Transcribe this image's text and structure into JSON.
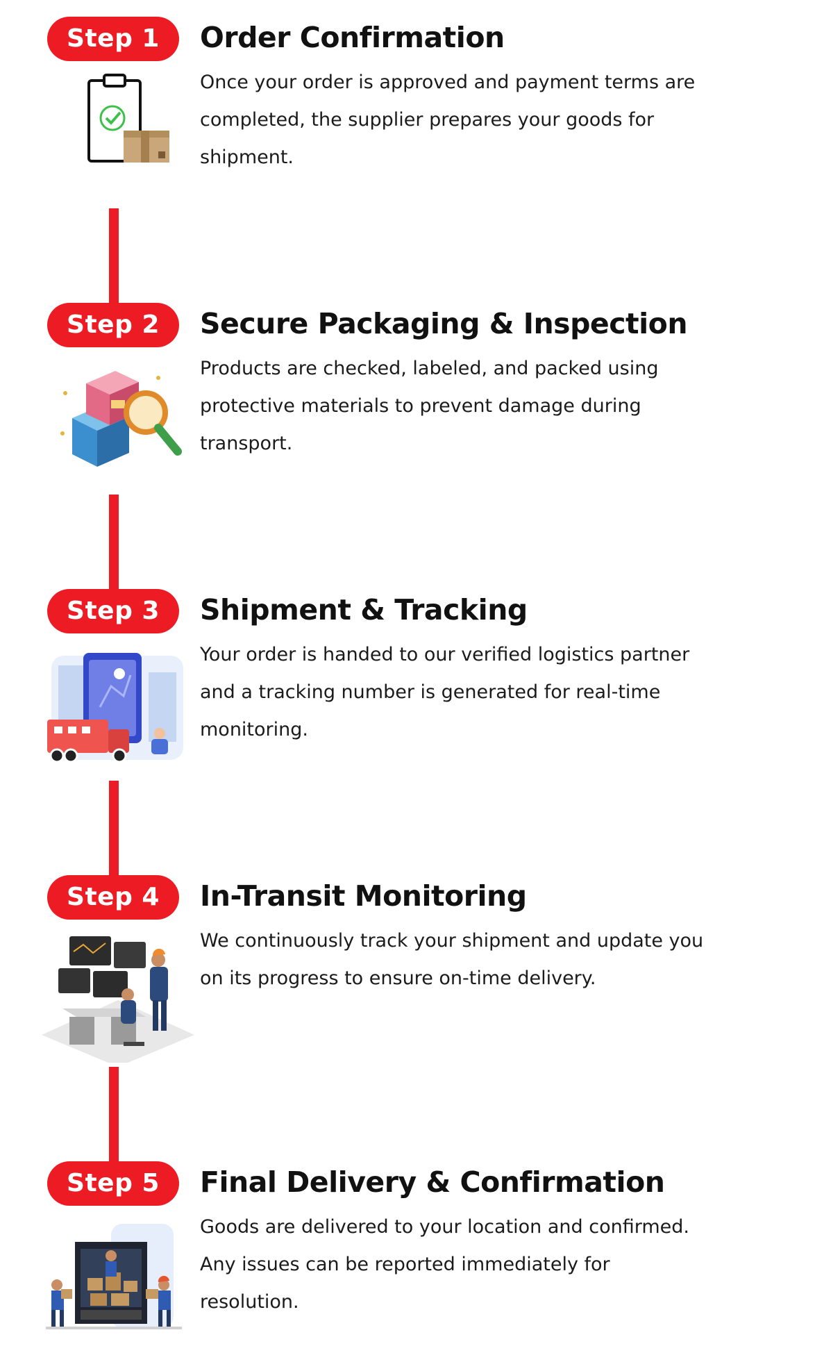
{
  "colors": {
    "accent": "#ed1c24",
    "text": "#111111",
    "background": "#ffffff"
  },
  "steps": [
    {
      "badge": "Step 1",
      "title": "Order Confirmation",
      "description": "Once your order is approved and payment terms are completed, the supplier prepares your goods for shipment.",
      "icon": "clipboard-check-box-icon"
    },
    {
      "badge": "Step 2",
      "title": "Secure Packaging & Inspection",
      "description": "Products are checked, labeled, and packed using protective materials to prevent damage during transport.",
      "icon": "package-inspection-icon"
    },
    {
      "badge": "Step 3",
      "title": "Shipment & Tracking",
      "description": "Your order is handed to our verified logistics partner and a tracking number is generated for real-time monitoring.",
      "icon": "truck-tracking-icon"
    },
    {
      "badge": "Step 4",
      "title": "In-Transit Monitoring",
      "description": "We continuously track your shipment and update you on its progress to ensure on-time delivery.",
      "icon": "monitoring-desk-icon"
    },
    {
      "badge": "Step 5",
      "title": "Final Delivery & Confirmation",
      "description": "Goods are delivered to your location and confirmed. Any issues can be reported immediately for resolution.",
      "icon": "delivery-unloading-icon"
    }
  ]
}
